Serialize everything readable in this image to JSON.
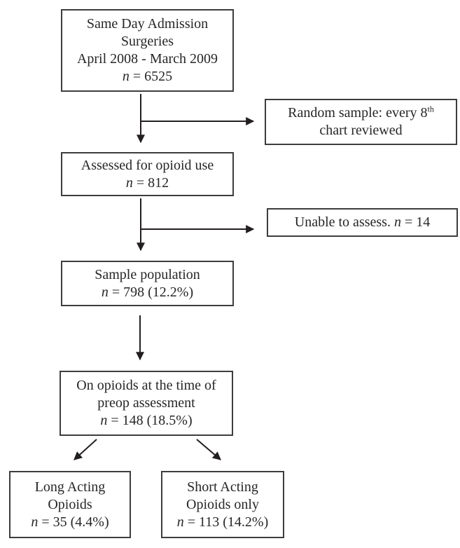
{
  "figure": {
    "type": "flowchart",
    "background_color": "#ffffff",
    "box_border_color": "#3d3d3d",
    "text_color": "#262626",
    "arrow_color": "#231f20"
  },
  "boxes": {
    "surgeries": {
      "lines": [
        "Same Day Admission",
        "Surgeries",
        "April 2008 - March 2009"
      ],
      "stat": {
        "var": "n",
        "value": " = 6525"
      }
    },
    "random_sample": {
      "line1_before_sup": "Random sample: every 8",
      "sup": "th",
      "line2": "chart reviewed"
    },
    "assessed": {
      "lines": [
        "Assessed for opioid use"
      ],
      "stat": {
        "var": "n",
        "value": " = 812"
      }
    },
    "unable": {
      "prefix": "Unable to assess. ",
      "stat": {
        "var": "n",
        "value": " = 14"
      }
    },
    "sample_population": {
      "lines": [
        "Sample population"
      ],
      "stat": {
        "var": "n",
        "value": " = 798 (12.2%)"
      }
    },
    "on_opioids": {
      "lines": [
        "On opioids at the time of",
        "preop assessment"
      ],
      "stat": {
        "var": "n",
        "value": " = 148 (18.5%)"
      }
    },
    "long_acting": {
      "lines": [
        "Long Acting",
        "Opioids"
      ],
      "stat": {
        "var": "n",
        "value": " = 35 (4.4%)"
      }
    },
    "short_acting": {
      "lines": [
        "Short Acting",
        "Opioids only"
      ],
      "stat": {
        "var": "n",
        "value": " = 113 (14.2%)"
      }
    }
  }
}
